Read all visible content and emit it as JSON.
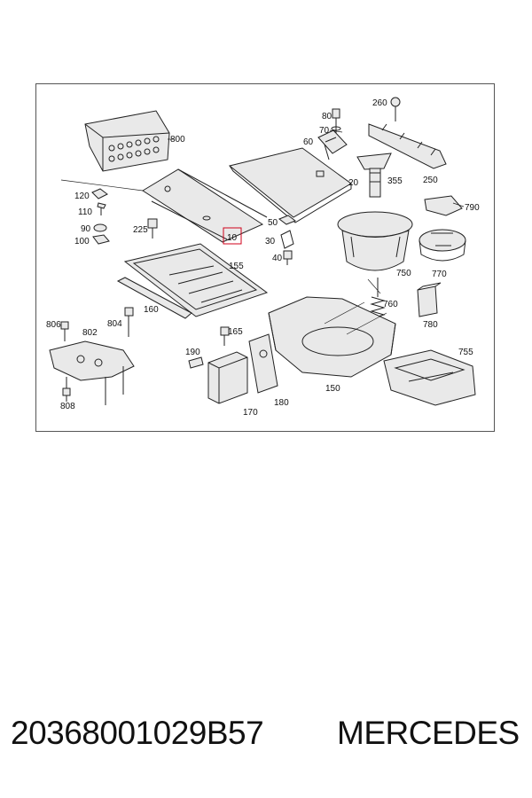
{
  "diagram": {
    "callouts": {
      "c800": "800",
      "c260": "260",
      "c80": "80",
      "c70": "70",
      "c60": "60",
      "c250": "250",
      "c20": "20",
      "c355": "355",
      "c120": "120",
      "c110": "110",
      "c90": "90",
      "c100": "100",
      "c225": "225",
      "c10": "10",
      "c50": "50",
      "c30": "30",
      "c40": "40",
      "c790": "790",
      "c155": "155",
      "c750": "750",
      "c770": "770",
      "c160": "160",
      "c760": "760",
      "c806": "806",
      "c804": "804",
      "c802": "802",
      "c165": "165",
      "c780": "780",
      "c755": "755",
      "c190": "190",
      "c150": "150",
      "c170": "170",
      "c180": "180",
      "c808": "808"
    },
    "highlight_color": "#d0021b"
  },
  "footer": {
    "part_number": "20368001029B57",
    "brand": "MERCEDES"
  }
}
